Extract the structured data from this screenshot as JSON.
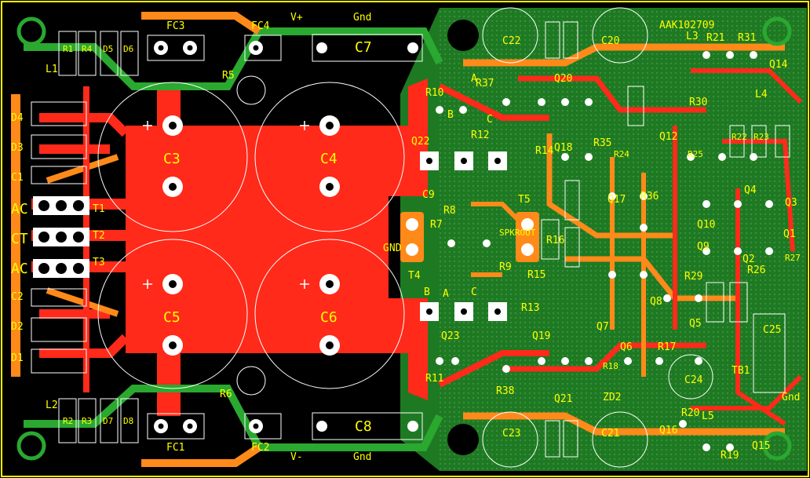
{
  "board": {
    "colors": {
      "background": "#000000",
      "top_copper": "#ff2a1a",
      "bottom_copper": "#ff8a1a",
      "ground_pour": "#1e7a22",
      "trace_green": "#2aa830",
      "silkscreen": "#ffff00",
      "outline": "#ffffff",
      "drill": "#000000"
    },
    "title": "AAK102709",
    "power_labels": {
      "vplus": "V+",
      "vminus": "V-",
      "gnd_top": "Gnd",
      "gnd_bottom": "Gnd",
      "gnd_mid": "GND",
      "gnd_right": "Gnd"
    },
    "input_labels": {
      "ac1": "AC",
      "ct": "CT",
      "ac2": "AC"
    },
    "caps_big": {
      "c3": "C3",
      "c4": "C4",
      "c5": "C5",
      "c6": "C6",
      "c7": "C7",
      "c8": "C8"
    },
    "fuse_clips": {
      "fc1": "FC1",
      "fc2": "FC2",
      "fc3": "FC3",
      "fc4": "FC4"
    },
    "left_parts": {
      "l1": "L1",
      "l2": "L2",
      "r1": "R1",
      "r2": "R2",
      "r3": "R3",
      "r4": "R4",
      "d1": "D1",
      "d2": "D2",
      "d3": "D3",
      "d4": "D4",
      "d5": "D5",
      "d6": "D6",
      "d7": "D7",
      "d8": "D8",
      "c1": "C1",
      "c2": "C2",
      "t1": "T1",
      "t2": "T2",
      "t3": "T3"
    },
    "mid_parts": {
      "r5": "R5",
      "r6": "R6",
      "r7": "R7",
      "r8": "R8",
      "r9": "R9",
      "r10": "R10",
      "r11": "R11",
      "r12": "R12",
      "r13": "R13",
      "r14": "R14",
      "r15": "R15",
      "r16": "R16",
      "r37": "R37",
      "r38": "R38",
      "c9": "C9",
      "q18": "Q18",
      "q19": "Q19",
      "q20": "Q20",
      "q21": "Q21",
      "q22": "Q22",
      "q23": "Q23",
      "t4": "T4",
      "t5": "T5",
      "spkrout": "SPKROUT",
      "a": "A",
      "b": "B",
      "c": "C"
    },
    "right_parts": {
      "c20": "C20",
      "c21": "C21",
      "c22": "C22",
      "c23": "C23",
      "c24": "C24",
      "c25": "C25",
      "l3": "L3",
      "l4": "L4",
      "l5": "L5",
      "q1": "Q1",
      "q2": "Q2",
      "q3": "Q3",
      "q4": "Q4",
      "q5": "Q5",
      "q6": "Q6",
      "q7": "Q7",
      "q8": "Q8",
      "q9": "Q9",
      "q10": "Q10",
      "q12": "Q12",
      "q14": "Q14",
      "q15": "Q15",
      "q16": "Q16",
      "q17": "Q17",
      "r17": "R17",
      "r18": "R18",
      "r19": "R19",
      "r20": "R20",
      "r21": "R21",
      "r22": "R22",
      "r23": "R23",
      "r24": "R24",
      "r25": "R25",
      "r26": "R26",
      "r27": "R27",
      "r29": "R29",
      "r30": "R30",
      "r31": "R31",
      "r35": "R35",
      "r36": "R36",
      "zd2": "ZD2",
      "tb1": "TB1"
    }
  }
}
